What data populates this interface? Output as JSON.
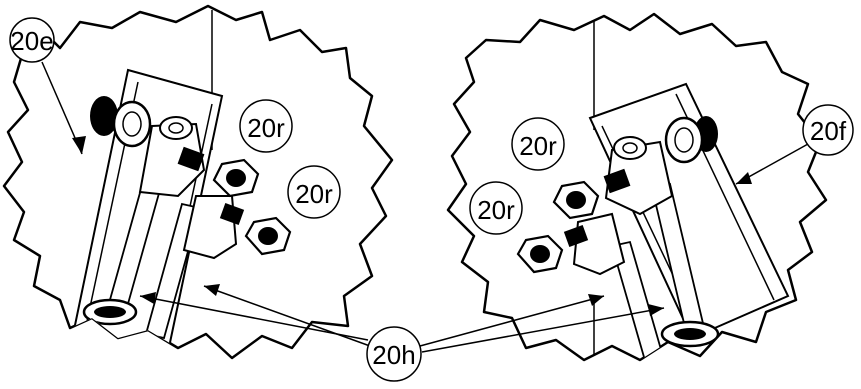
{
  "figure": {
    "labels": {
      "callout_20e": "20e",
      "callout_20f": "20f",
      "callout_20h": "20h",
      "callout_20r_left_a": "20r",
      "callout_20r_left_b": "20r",
      "callout_20r_right_a": "20r",
      "callout_20r_right_b": "20r"
    },
    "views": [
      {
        "id": "left-detail",
        "bracket_label": "20e"
      },
      {
        "id": "right-detail",
        "bracket_label": "20f"
      }
    ],
    "colors": {
      "line": "#000000",
      "fill": "#ffffff",
      "shadow": "#000000"
    }
  }
}
